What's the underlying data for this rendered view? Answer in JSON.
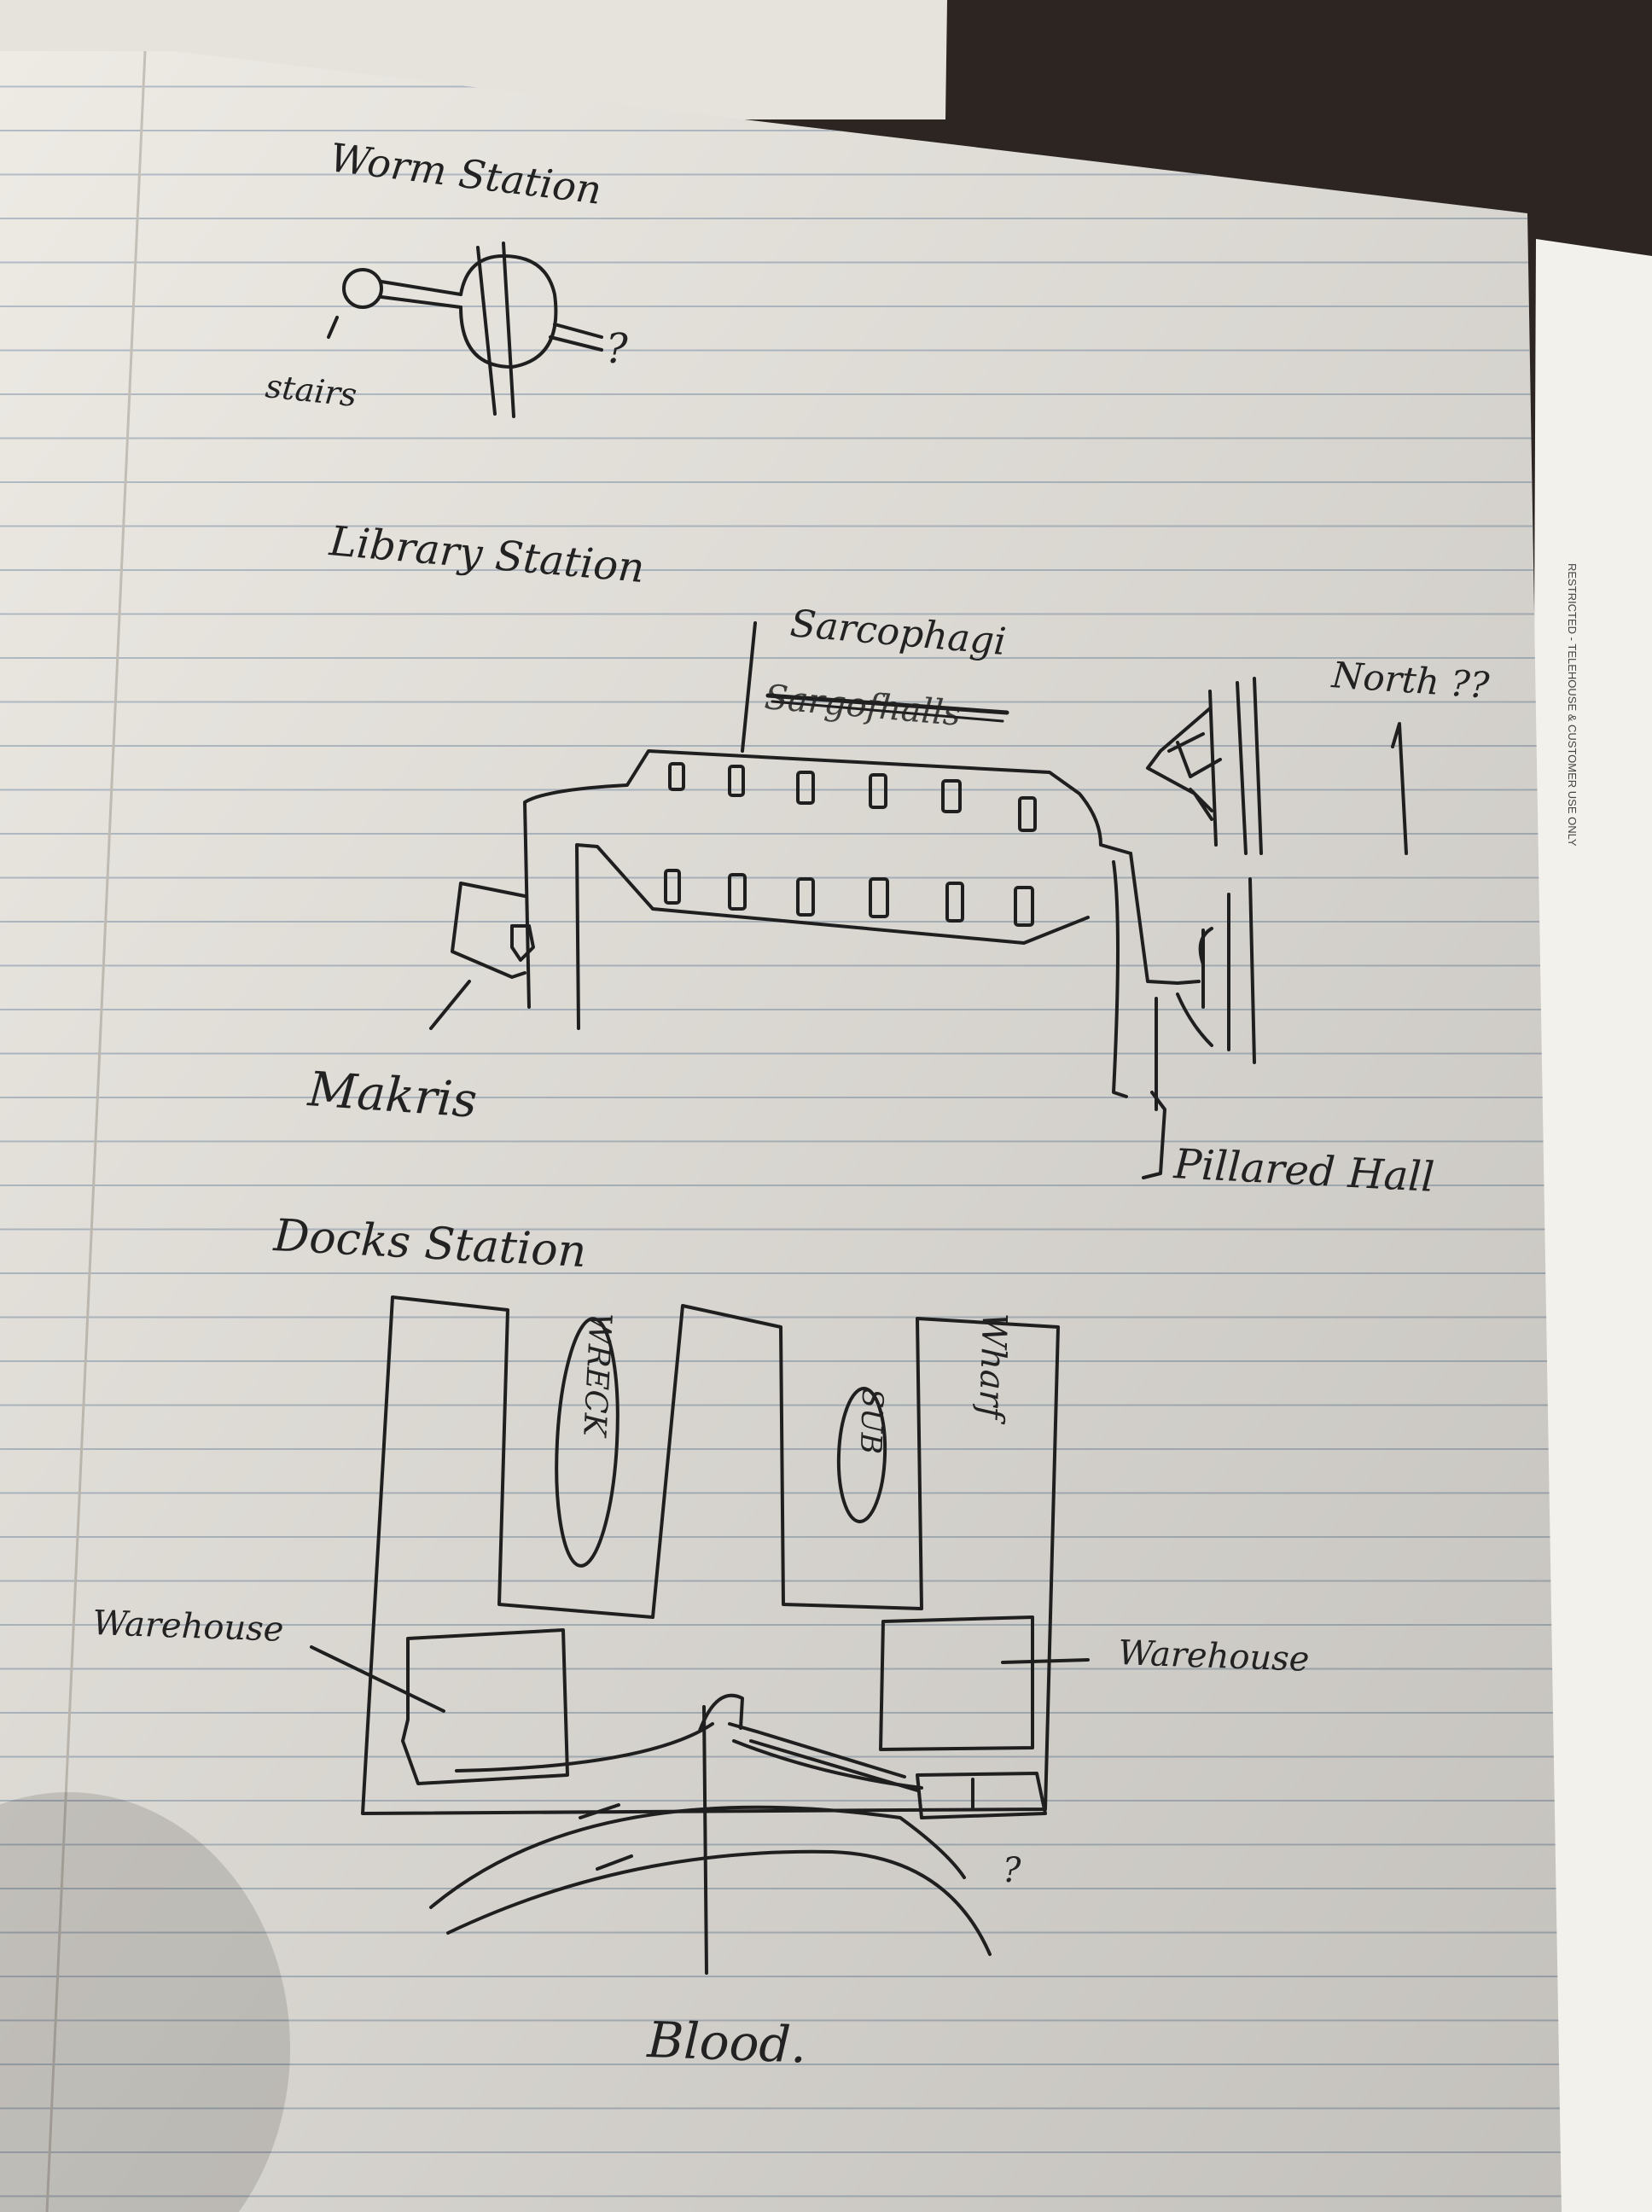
{
  "colors": {
    "paper": "#eeebe5",
    "ink": "#1f1f1f",
    "rule_line": "#aeb8c3",
    "background": "#2c2521"
  },
  "side_print": "RESTRICTED - TELEHOUSE & CUSTOMER USE ONLY",
  "worm_station": {
    "title": "Worm Station",
    "label_stairs": "stairs",
    "label_question": "?"
  },
  "library_station": {
    "title": "Library Station",
    "label_sarcophagi": "Sarcophagi",
    "label_sarcophagi_crossed": "Sargofhalls",
    "label_north": "North ??",
    "label_makris": "Makris",
    "label_pillared_hall": "Pillared Hall"
  },
  "docks_station": {
    "title": "Docks Station",
    "label_wreck": "WRECK",
    "label_sub": "SUB",
    "label_wharf": "Wharf",
    "label_warehouse_left": "Warehouse",
    "label_warehouse_right": "Warehouse",
    "label_blood": "Blood.",
    "label_question": "?"
  }
}
